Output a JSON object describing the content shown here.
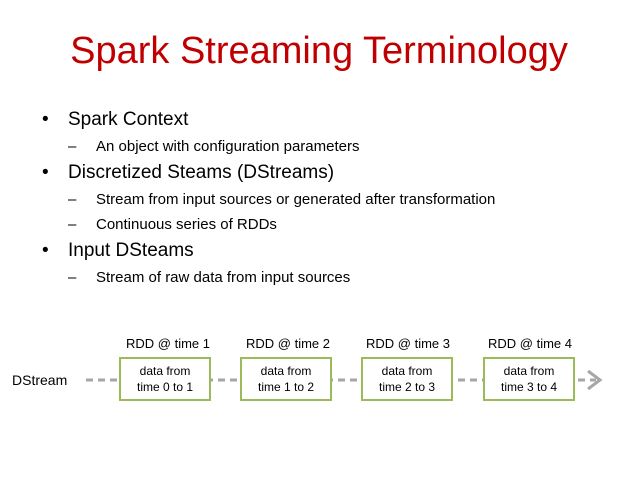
{
  "slide": {
    "title": "Spark Streaming Terminology",
    "bullets": [
      {
        "text": "Spark Context",
        "subs": [
          "An object with configuration parameters"
        ]
      },
      {
        "text": "Discretized Steams (DStreams)",
        "subs": [
          "Stream from input sources or generated after transformation",
          "Continuous series of RDDs"
        ]
      },
      {
        "text": "Input DSteams",
        "subs": [
          "Stream of raw data from input sources"
        ]
      }
    ]
  },
  "diagram": {
    "stream_label": "DStream",
    "rdds": [
      {
        "label": "RDD @ time 1",
        "line1": "data from",
        "line2": "time 0 to 1"
      },
      {
        "label": "RDD @ time 2",
        "line1": "data from",
        "line2": "time 1 to 2"
      },
      {
        "label": "RDD @ time 3",
        "line1": "data from",
        "line2": "time 2 to 3"
      },
      {
        "label": "RDD @ time 4",
        "line1": "data from",
        "line2": "time 3 to 4"
      }
    ],
    "colors": {
      "box_border": "#9bbb59",
      "arrow": "#a6a6a6",
      "title": "#c00000"
    }
  }
}
